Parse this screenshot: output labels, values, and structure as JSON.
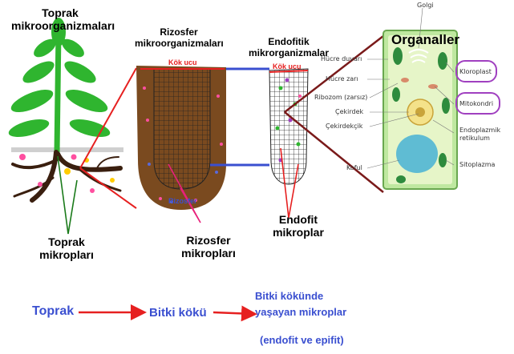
{
  "labels": {
    "soil_microorganisms": "Toprak\nmikroorganizmaları",
    "rhizosphere_microorganisms": "Rizosfer\nmikroorganizmaları",
    "endophytic_microorganisms": "Endofitik\nmikrorganizmalar",
    "organelles": "Organaller",
    "root_tip_1": "Kök ucu",
    "root_tip_2": "Kök ucu",
    "rhizosphere_small": "Rizosfer",
    "soil_microbes": "Toprak\nmikropları",
    "rhizosphere_microbes": "Rizosfer\nmikropları",
    "endophyte_microbes": "Endofit\nmikroplar"
  },
  "cell_labels": {
    "golgi": "Golgi",
    "cell_wall": "Hücre duvarı",
    "cell_membrane": "Hücre zarı",
    "ribosome": "Ribozom (zarsız)",
    "nucleus": "Çekirdek",
    "nucleolus": "Çekirdekçik",
    "vacuole": "Koful",
    "chloroplast": "Kloroplast",
    "mitochondria": "Mitokondri",
    "er": "Endoplazmik\nretikulum",
    "cytoplasm": "Sitoplazma"
  },
  "flow": {
    "step1": "Toprak",
    "step2": "Bitki kökü",
    "step3": "Bitki kökünde\nyaşayan mikroplar",
    "step3_note": "(endofit ve epifit)"
  },
  "colors": {
    "plant_green": "#2fb52f",
    "soil_brown": "#7a4a1f",
    "arrow_red": "#e62020",
    "text_blue": "#3a4fd0",
    "highlight_purple": "#a040c0",
    "cell_green": "#8fd14f"
  }
}
